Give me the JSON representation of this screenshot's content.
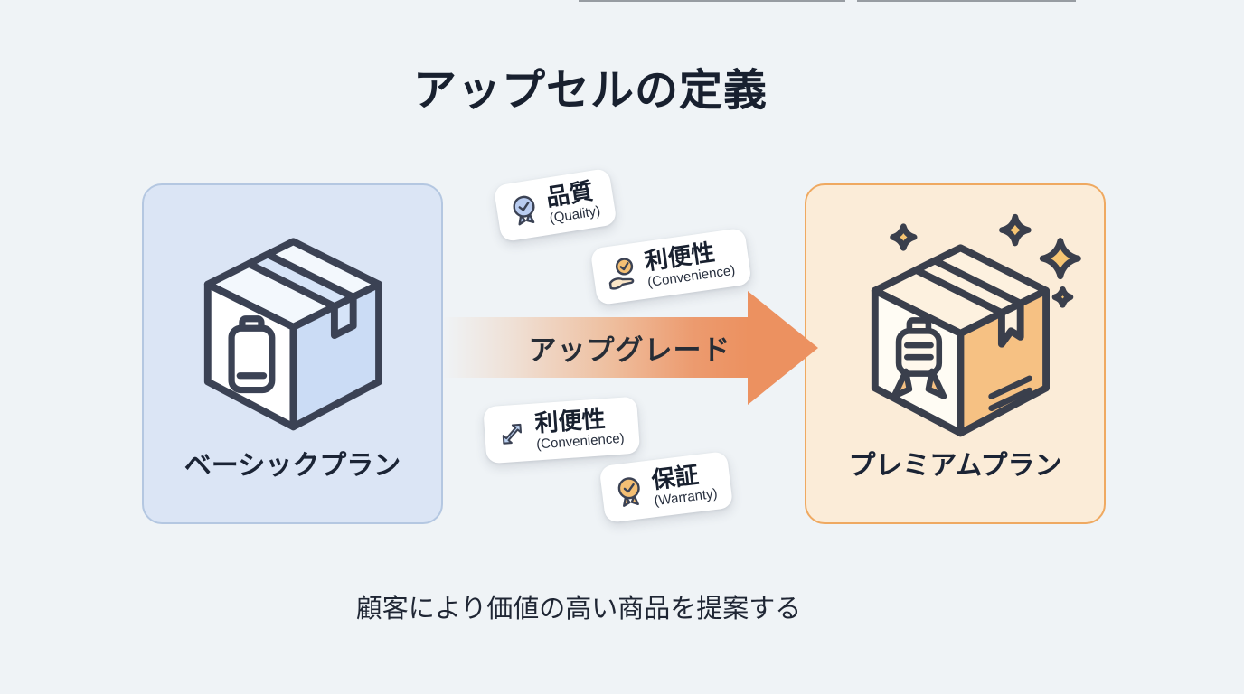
{
  "title": "アップセルの定義",
  "caption": "顧客により価値の高い商品を提案する",
  "arrow": {
    "label": "アップグレード"
  },
  "plans": {
    "basic": {
      "label": "ベーシックプラン"
    },
    "premium": {
      "label": "プレミアムプラン"
    }
  },
  "badges": [
    {
      "label": "品質",
      "sublabel": "(Quality)",
      "icon": "medal-ribbon-blue-icon"
    },
    {
      "label": "利便性",
      "sublabel": "(Convenience)",
      "icon": "hand-check-icon"
    },
    {
      "label": "利便性",
      "sublabel": "(Convenience)",
      "icon": "expand-arrows-icon"
    },
    {
      "label": "保証",
      "sublabel": "(Warranty)",
      "icon": "medal-ribbon-orange-icon"
    }
  ],
  "colors": {
    "background": "#eff3f6",
    "accent_orange": "#ec9160",
    "panel_blue": "#dbe5f5",
    "panel_blue_border": "#b4c7e1",
    "panel_cream": "#fbecd8",
    "panel_orange_border": "#efa961",
    "text_dark": "#18202f",
    "badge_background": "#ffffff"
  }
}
